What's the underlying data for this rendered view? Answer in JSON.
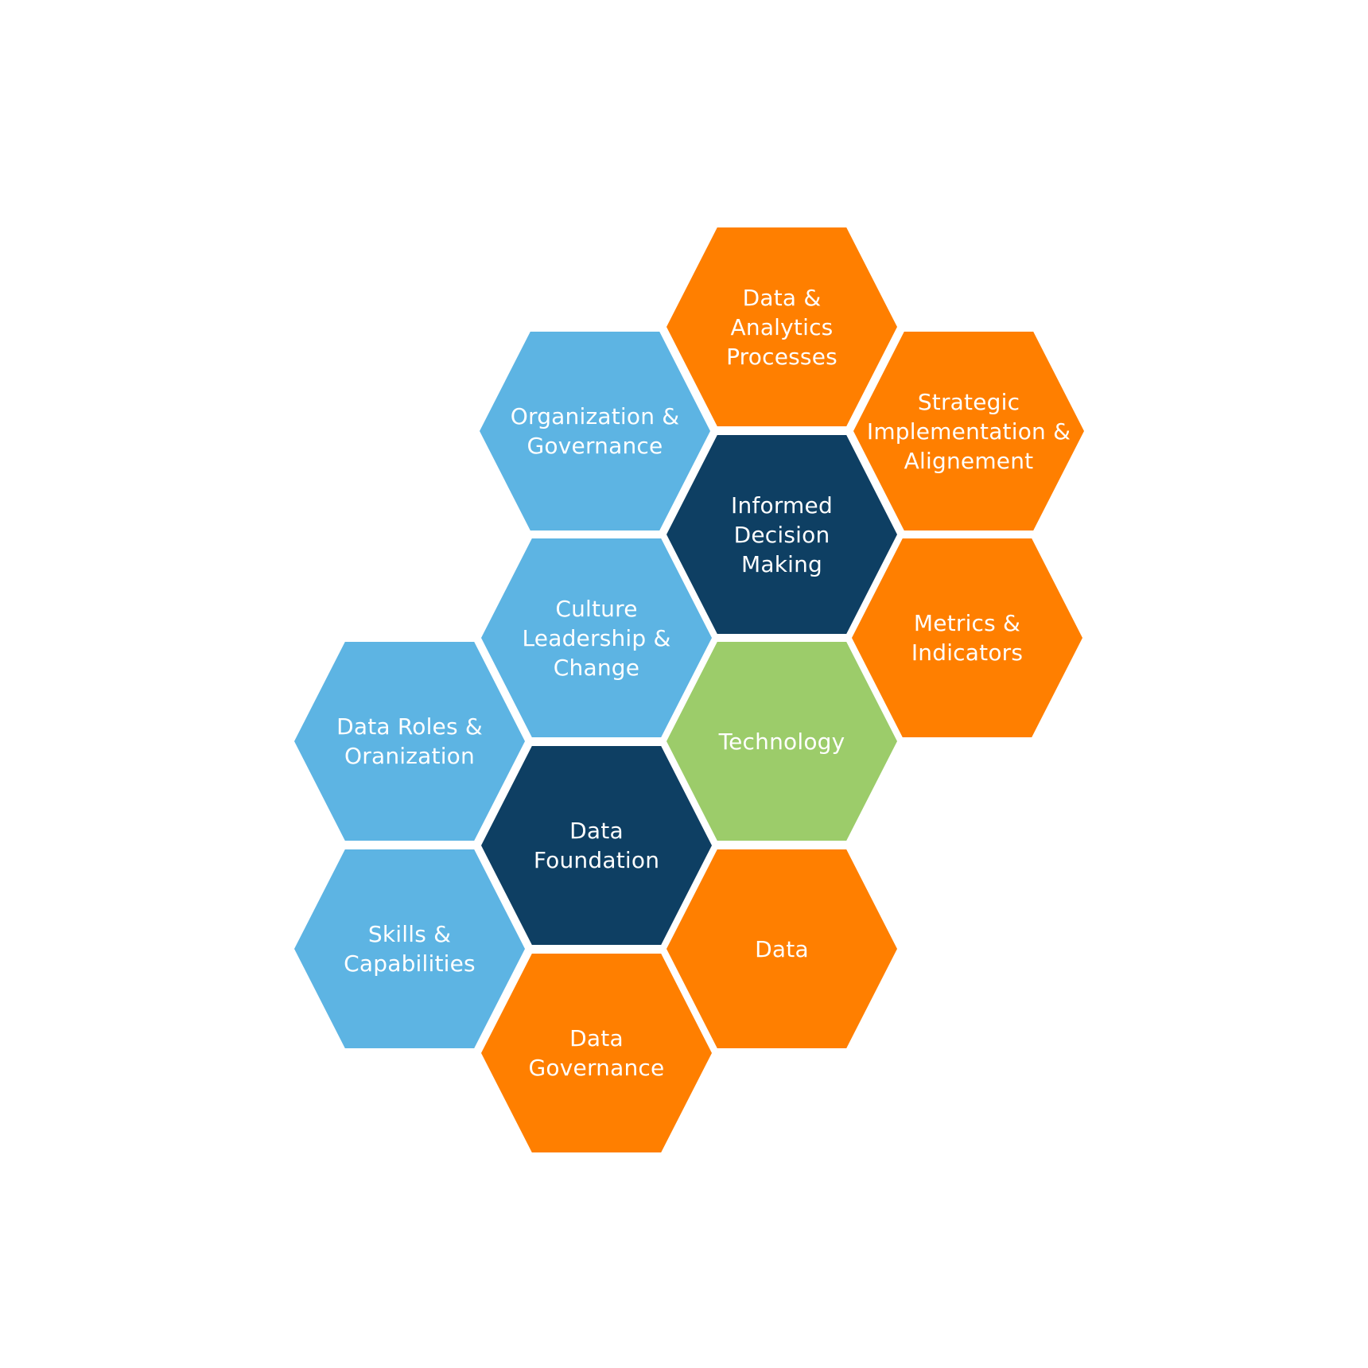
{
  "colors": {
    "orange": "#ff7f00",
    "light_blue": "#5db4e3",
    "dark_navy": "#0e3f63",
    "green": "#9ccc6a",
    "text": "#ffffff"
  },
  "hexagons": [
    {
      "id": "data-analytics-processes",
      "color": "orange",
      "lines": [
        "Data &",
        "Analytics",
        "Processes"
      ]
    },
    {
      "id": "organization-governance",
      "color": "light_blue",
      "lines": [
        "Organization &",
        "Governance"
      ]
    },
    {
      "id": "strategic-implementation-alignement",
      "color": "orange",
      "lines": [
        "Strategic",
        "Implementation &",
        "Alignement"
      ]
    },
    {
      "id": "informed-decision-making",
      "color": "dark_navy",
      "lines": [
        "Informed",
        "Decision",
        "Making"
      ]
    },
    {
      "id": "culture-leadership-change",
      "color": "light_blue",
      "lines": [
        "Culture",
        "Leadership &",
        "Change"
      ]
    },
    {
      "id": "metrics-indicators",
      "color": "orange",
      "lines": [
        "Metrics &",
        "Indicators"
      ]
    },
    {
      "id": "technology",
      "color": "green",
      "lines": [
        "Technology"
      ]
    },
    {
      "id": "data-roles-oranization",
      "color": "light_blue",
      "lines": [
        "Data Roles &",
        "Oranization"
      ]
    },
    {
      "id": "data-foundation",
      "color": "dark_navy",
      "lines": [
        "Data",
        "Foundation"
      ]
    },
    {
      "id": "data",
      "color": "orange",
      "lines": [
        "Data"
      ]
    },
    {
      "id": "skills-capabilities",
      "color": "light_blue",
      "lines": [
        "Skills &",
        "Capabilities"
      ]
    },
    {
      "id": "data-governance",
      "color": "orange",
      "lines": [
        "Data",
        "Governance"
      ]
    }
  ]
}
